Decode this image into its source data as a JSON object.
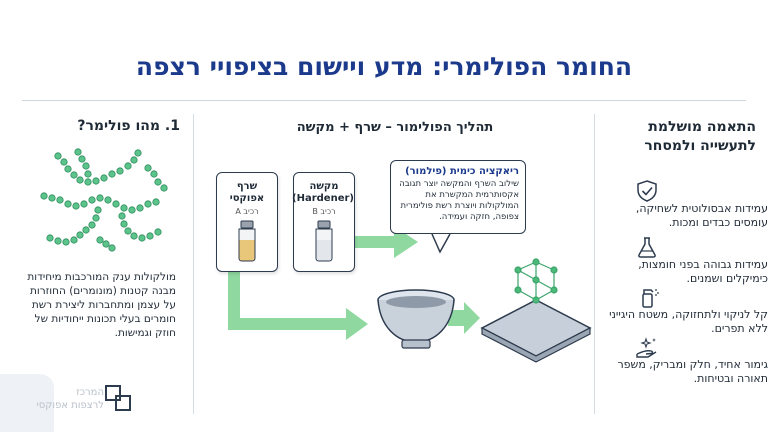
{
  "header": {
    "title": "החומר הפולימרי: מדע ויישום בציפויי רצפה"
  },
  "left": {
    "heading": "1. מהו פולימר?",
    "body": "מולקולות ענק המורכבות מיחידות מבנה קטנות (מונומרים) החוזרות על עצמן ומתחברות ליצירת רשת חומרים בעלי תכונות ייחודיות של חוזק וגמישות."
  },
  "center": {
    "heading": "תהליך הפולימור – שרף + מקשה",
    "resin": {
      "title_line1": "שרף",
      "title_line2": "אפוקסי",
      "sub": "רכיב A"
    },
    "hardener": {
      "title_line1": "מקשה",
      "title_line2": "(Hardener)",
      "sub": "רכיב B"
    },
    "reaction": {
      "title": "ריאקציה כימית (פילמור)",
      "body": "שילוב השרף והמקשה יוצר תגובה אקסותרמית המקשרת את המולקולות ויוצרת רשת פולימרית צפופה, חזקה ועמידה."
    }
  },
  "right": {
    "heading_line1": "התאמה מושלמת",
    "heading_line2": "לתעשייה ולמסחר",
    "benefits": [
      {
        "icon": "shield-check-icon",
        "text": "עמידות אבסולוטית לשחיקה, עומסים כבדים ומכות."
      },
      {
        "icon": "flask-icon",
        "text": "עמידות גבוהה בפני חומצות, כימיקלים ושמנים."
      },
      {
        "icon": "cleaning-spray-icon",
        "text": "קל לניקוי ולתחזוקה, משטח היגייני ללא תפרים."
      },
      {
        "icon": "sparkle-hand-icon",
        "text": "גימור אחיד, חלק ומבריק, משפר תאורה ובטיחות."
      }
    ]
  },
  "watermark": {
    "line1": "המרכז",
    "line2": "לרצפות אפוקסי"
  },
  "colors": {
    "title": "#1b3a8c",
    "arrow": "#7fd18f",
    "vial_resin": "#e8c77a",
    "vial_hardener": "#e6eaee"
  }
}
